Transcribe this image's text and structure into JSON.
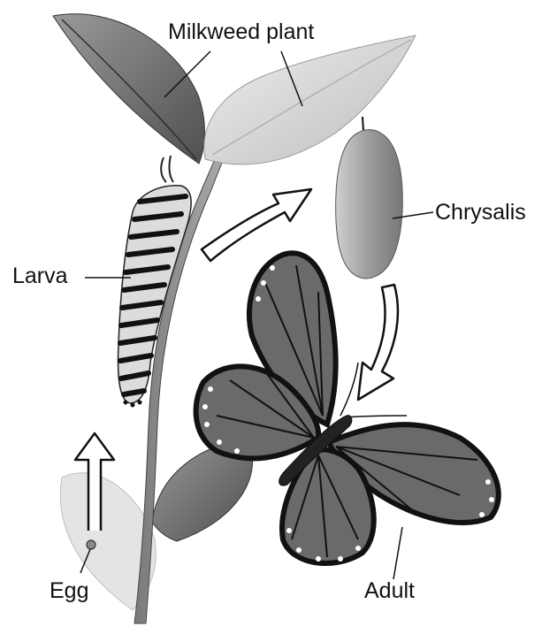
{
  "labels": {
    "milkweed": "Milkweed plant",
    "chrysalis": "Chrysalis",
    "larva": "Larva",
    "egg": "Egg",
    "adult": "Adult"
  },
  "colors": {
    "ink": "#111111",
    "leaf_dark": "#6f6f6f",
    "leaf_light": "#d8d8d8",
    "wing": "#6a6a6a",
    "wing_border": "#111111"
  }
}
